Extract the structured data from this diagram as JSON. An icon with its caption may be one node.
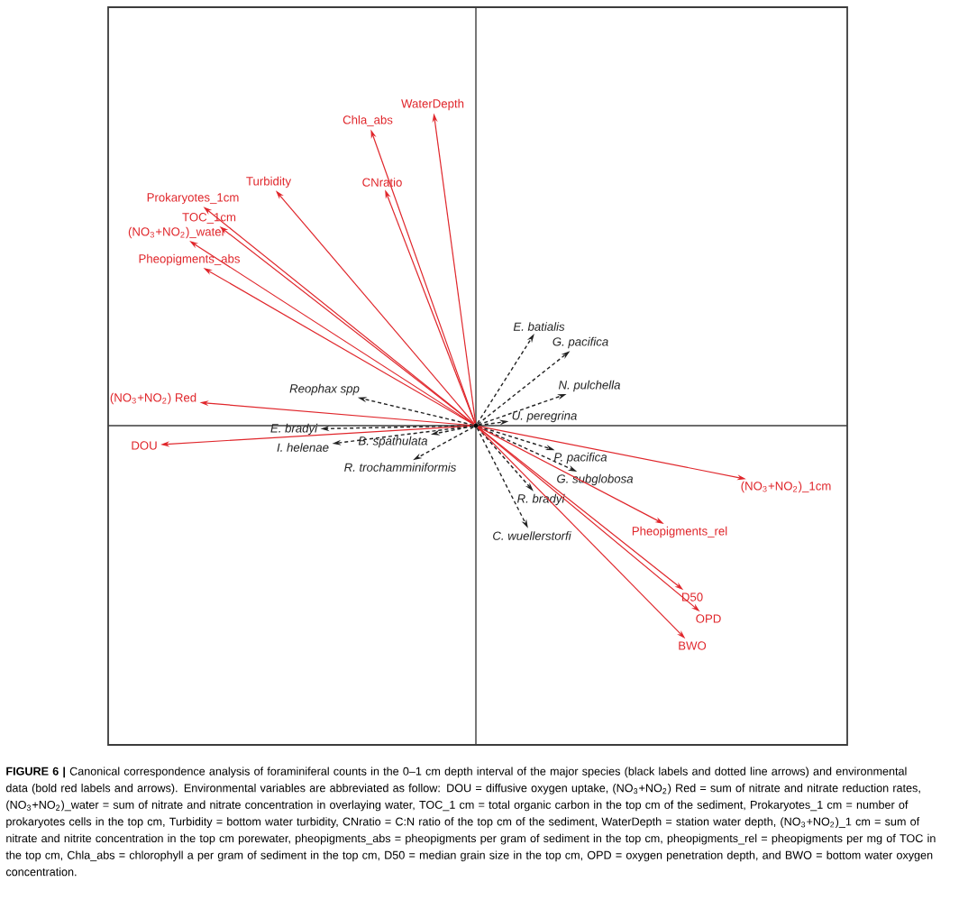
{
  "diagram": {
    "caption": "**FIGURE 6 |** Canonical correspondence analysis of foraminiferal counts in the 0–1 cm depth interval of the major species (black labels and dotted line arrows) and environmental data (bold red labels and arrows). Environmental variables are abbreviated as follow: DOU = diffusive oxygen uptake, (NO$_{3}$+NO$_{2}$) Red = sum of nitrate and nitrate reduction rates, (NO$_{3}$+NO$_{2}$)_water = sum of nitrate and nitrate concentration in overlaying water, TOC_1 cm = total organic carbon in the top cm of the sediment, Prokaryotes_1 cm = number of prokaryotes cells in the top cm, Turbidity = bottom water turbidity, CNratio = C:N ratio of the top cm of the sediment, WaterDepth = station water depth, (NO$_{3}$+NO$_{2}$)_1 cm = sum of nitrate and nitrite concentration in the top cm porewater, pheopigments_abs = pheopigments per gram of sediment in the top cm, pheopigments_rel = pheopigments per mg of TOC in the top cm, Chla_abs = chlorophyll a per gram of sediment in the top cm, D50 = median grain size in the top cm, OPD = oxygen penetration depth, and BWO = bottom water oxygen concentration.",
    "nodes": [
      {
        "text": [
          "WaterDepth"
        ]
      },
      {
        "text": [
          "Chla_abs"
        ]
      },
      {
        "text": [
          "CNratio"
        ]
      },
      {
        "text": [
          "Turbidity"
        ]
      },
      {
        "text": [
          "Prokaryotes_1cm"
        ]
      },
      {
        "text": [
          "TOC_1cm"
        ]
      },
      {
        "text": [
          "(NO$_{3}$+NO$_{2}$)_water"
        ]
      },
      {
        "text": [
          "Pheopigments_abs"
        ]
      },
      {
        "text": [
          "E. batialis"
        ]
      },
      {
        "text": [
          "G. pacifica"
        ]
      },
      {
        "text": [
          "N. pulchella"
        ]
      },
      {
        "text": [
          "Reophax spp"
        ]
      },
      {
        "text": [
          "(NO$_{3}$+NO$_{2}$) Red"
        ]
      },
      {
        "text": [
          "U. peregrina"
        ]
      },
      {
        "text": [
          "E. bradyi"
        ]
      },
      {
        "text": [
          "B. spathulata"
        ]
      },
      {
        "text": [
          "DOU"
        ]
      },
      {
        "text": [
          "I. helenae"
        ]
      },
      {
        "text": [
          "P. pacifica"
        ]
      },
      {
        "text": [
          "R. trochamminiformis"
        ]
      },
      {
        "text": [
          "G. subglobosa"
        ]
      },
      {
        "text": [
          "(NO$_{3}$+NO$_{2}$)_1cm"
        ]
      },
      {
        "text": [
          "R. bradyi"
        ]
      },
      {
        "text": [
          "Pheopigments_rel"
        ]
      },
      {
        "text": [
          "C. wuellerstorfi"
        ]
      },
      {
        "text": [
          "D50"
        ]
      },
      {
        "text": [
          "OPD"
        ]
      },
      {
        "text": [
          "BWO"
        ]
      },
      {
        "text": [],
        "shape": "circle"
      }
    ],
    "edges": [
      {
        "from": 28,
        "to": 0,
        "arrow": "to"
      },
      {
        "from": 28,
        "to": 1,
        "arrow": "to"
      },
      {
        "from": 28,
        "to": 2,
        "arrow": "to"
      },
      {
        "from": 28,
        "to": 3,
        "arrow": "to"
      },
      {
        "from": 28,
        "to": 4,
        "arrow": "to"
      },
      {
        "from": 28,
        "to": 5,
        "arrow": "to"
      },
      {
        "from": 28,
        "to": 6,
        "arrow": "to"
      },
      {
        "from": 28,
        "to": 7,
        "arrow": "to"
      },
      {
        "from": 28,
        "to": 8,
        "arrow": "to",
        "style": "dashed",
        "color": "#222222"
      },
      {
        "from": 28,
        "to": 9,
        "arrow": "to",
        "style": "dashed",
        "color": "#222222"
      },
      {
        "from": 28,
        "to": 10,
        "arrow": "to",
        "style": "dashed",
        "color": "#222222"
      },
      {
        "from": 28,
        "to": 11,
        "arrow": "to",
        "style": "dashed",
        "color": "#222222"
      },
      {
        "from": 28,
        "to": 12,
        "arrow": "to"
      },
      {
        "from": 28,
        "to": 13,
        "arrow": "to",
        "style": "dashed",
        "color": "#222222"
      },
      {
        "from": 28,
        "to": 14,
        "arrow": "to",
        "style": "dashed",
        "color": "#222222"
      },
      {
        "from": 28,
        "to": 15,
        "arrow": "to",
        "style": "dashed",
        "color": "#222222"
      },
      {
        "from": 28,
        "to": 16,
        "arrow": "to"
      },
      {
        "from": 28,
        "to": 17,
        "arrow": "to",
        "style": "dashed",
        "color": "#222222"
      },
      {
        "from": 28,
        "to": 18,
        "arrow": "to",
        "style": "dashed",
        "color": "#222222"
      },
      {
        "from": 28,
        "to": 19,
        "arrow": "to",
        "style": "dashed",
        "color": "#222222"
      },
      {
        "from": 28,
        "to": 20,
        "arrow": "to",
        "style": "dashed",
        "color": "#222222"
      },
      {
        "from": 28,
        "to": 21,
        "arrow": "to"
      },
      {
        "from": 28,
        "to": 22,
        "arrow": "to",
        "style": "dashed",
        "color": "#222222"
      },
      {
        "from": 28,
        "to": 23,
        "arrow": "to"
      },
      {
        "from": 28,
        "to": 24,
        "arrow": "to",
        "style": "dashed",
        "color": "#222222"
      },
      {
        "from": 28,
        "to": 25,
        "arrow": "to"
      },
      {
        "from": 28,
        "to": 26,
        "arrow": "to"
      },
      {
        "from": 28,
        "to": 27,
        "arrow": "to"
      }
    ]
  }
}
